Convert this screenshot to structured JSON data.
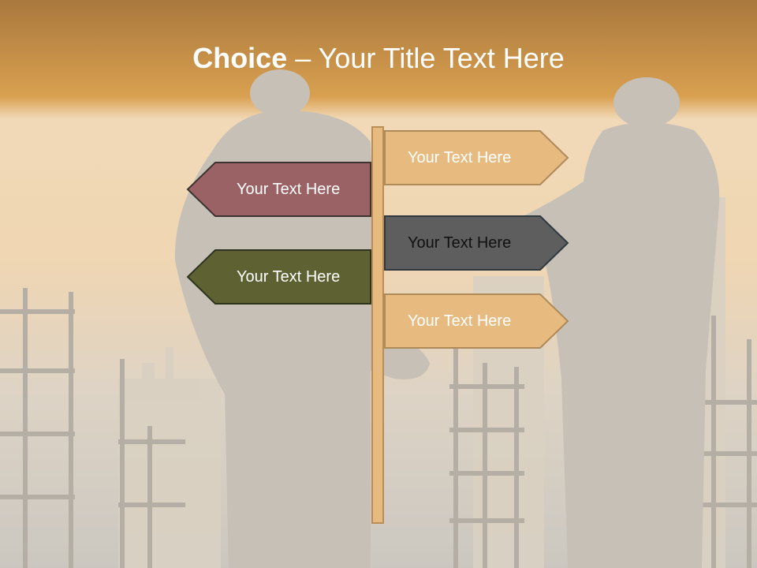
{
  "slide": {
    "title_bold": "Choice",
    "title_rest": " – Your Title Text Here"
  },
  "signs": [
    {
      "label": "Your Text Here",
      "direction": "right",
      "fill": "#e7bb80",
      "stroke": "#ae8a58",
      "text_color": "#ffffff"
    },
    {
      "label": "Your Text Here",
      "direction": "left",
      "fill": "#9a6264",
      "stroke": "#3c3230",
      "text_color": "#ffffff"
    },
    {
      "label": "Your Text Here",
      "direction": "right",
      "fill": "#5e5e5e",
      "stroke": "#2f3a40",
      "text_color": "#111111"
    },
    {
      "label": "Your Text Here",
      "direction": "left",
      "fill": "#5e6232",
      "stroke": "#2e3320",
      "text_color": "#ffffff"
    },
    {
      "label": "Your Text Here",
      "direction": "right",
      "fill": "#e7bb80",
      "stroke": "#ae8a58",
      "text_color": "#ffffff"
    }
  ],
  "colors": {
    "header_band": "#d9a050",
    "haze": "#f2d7b0",
    "silhouette": "#c6c0b7"
  }
}
